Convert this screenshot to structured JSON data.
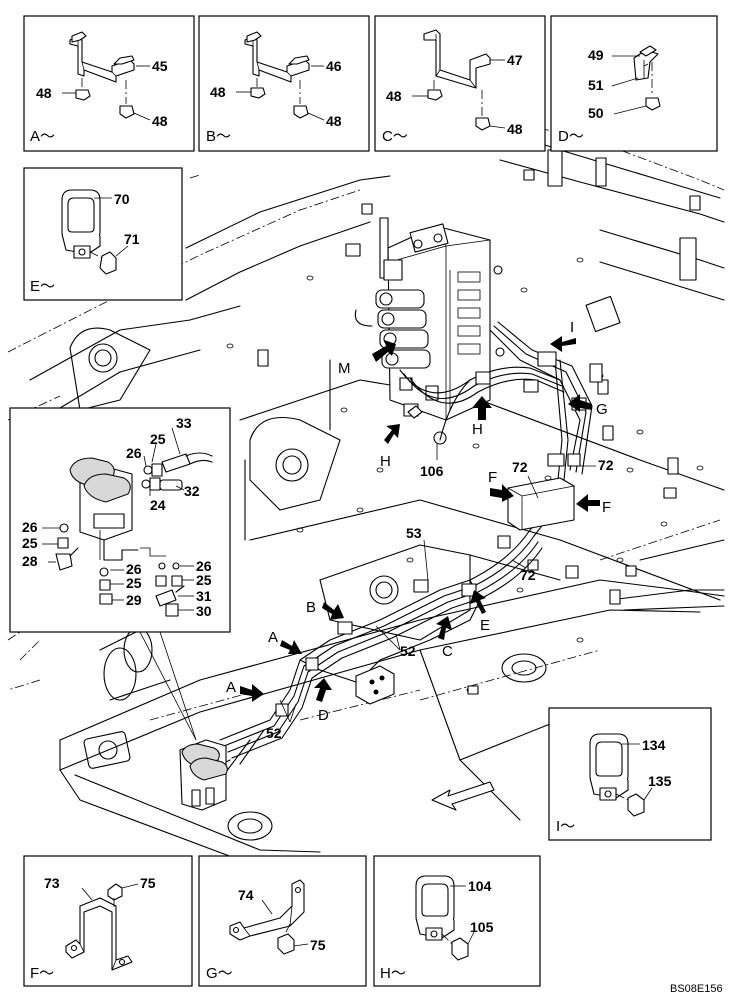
{
  "views": {
    "A": {
      "caption": "A～",
      "labels": [
        "45",
        "48",
        "48"
      ]
    },
    "B": {
      "caption": "B～",
      "labels": [
        "46",
        "48",
        "48"
      ]
    },
    "C": {
      "caption": "C～",
      "labels": [
        "47",
        "48",
        "48"
      ]
    },
    "D": {
      "caption": "D～",
      "labels": [
        "49",
        "51",
        "50"
      ]
    },
    "E": {
      "caption": "E～",
      "labels": [
        "70",
        "71"
      ]
    },
    "I": {
      "caption": "I～",
      "labels": [
        "134",
        "135"
      ]
    },
    "F": {
      "caption": "F～",
      "labels": [
        "73",
        "75"
      ]
    },
    "G": {
      "caption": "G～",
      "labels": [
        "74",
        "75"
      ]
    },
    "H": {
      "caption": "H～",
      "labels": [
        "104",
        "105"
      ]
    }
  },
  "inset": {
    "labels": [
      "33",
      "25",
      "26",
      "32",
      "24",
      "26",
      "25",
      "28",
      "26",
      "25",
      "29",
      "26",
      "25",
      "31",
      "30"
    ]
  },
  "main": {
    "labels": [
      "106",
      "72",
      "72",
      "72",
      "53",
      "52",
      "52"
    ],
    "arrow_letters": [
      "M",
      "I",
      "G",
      "H",
      "H",
      "F",
      "F",
      "B",
      "A",
      "A",
      "C",
      "D",
      "E"
    ]
  },
  "drawing_code": "BS08E156",
  "colors": {
    "line": "#000000",
    "background": "#ffffff"
  }
}
